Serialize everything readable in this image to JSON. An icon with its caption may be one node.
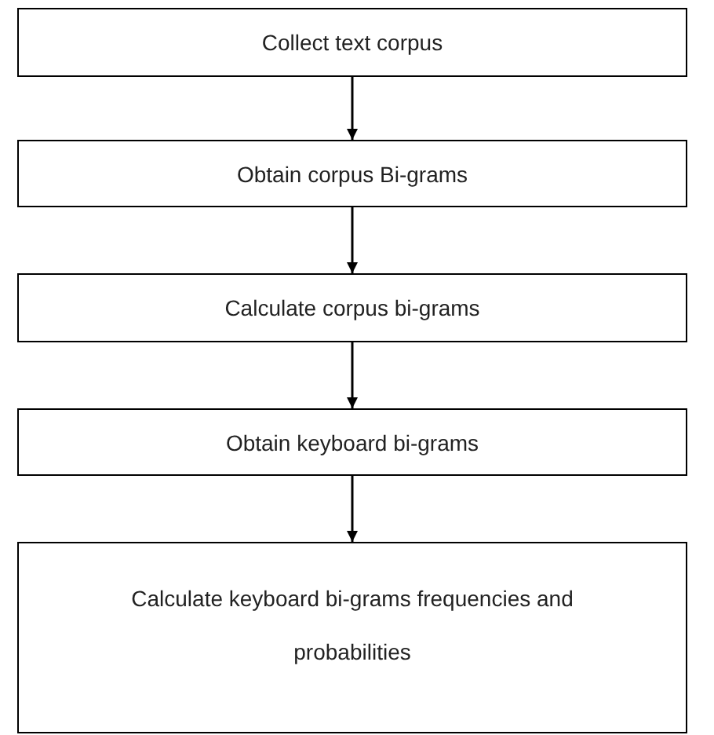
{
  "diagram": {
    "nodes": [
      {
        "text": [
          "Collect text corpus"
        ]
      },
      {
        "text": [
          "Obtain corpus Bi-grams"
        ]
      },
      {
        "text": [
          "Calculate corpus bi-grams"
        ]
      },
      {
        "text": [
          "Obtain keyboard bi-grams"
        ]
      },
      {
        "text": [
          "Calculate keyboard bi-grams frequencies and probabilities"
        ]
      }
    ],
    "edges": [
      {
        "from": 0,
        "to": 1,
        "arrow": "to"
      },
      {
        "from": 1,
        "to": 2,
        "arrow": "to"
      },
      {
        "from": 2,
        "to": 3,
        "arrow": "to"
      },
      {
        "from": 3,
        "to": 4,
        "arrow": "to"
      }
    ]
  }
}
